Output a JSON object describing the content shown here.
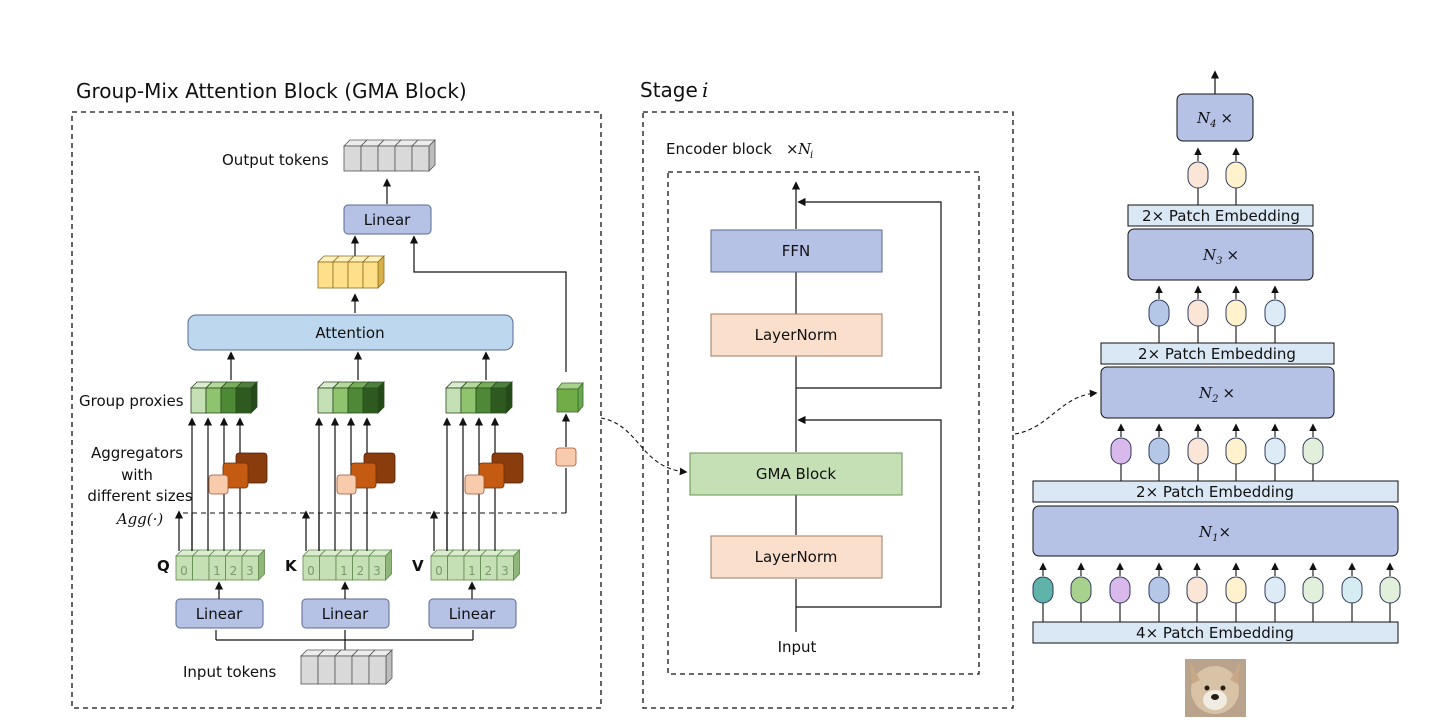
{
  "panels": {
    "gma": {
      "title": "Group-Mix Attention Block (GMA Block)",
      "output_tokens": "Output tokens",
      "linear_top": "Linear",
      "attention": "Attention",
      "group_proxies": "Group proxies",
      "aggregators_line1": "Aggregators",
      "aggregators_line2": "with",
      "aggregators_line3": "different sizes",
      "agg_symbol": "Agg(·)",
      "qkv": [
        {
          "letter": "Q",
          "linear": "Linear"
        },
        {
          "letter": "K",
          "linear": "Linear"
        },
        {
          "letter": "V",
          "linear": "Linear"
        }
      ],
      "segment_indices": [
        "0",
        "1",
        "2",
        "3"
      ],
      "input_tokens": "Input tokens"
    },
    "stage": {
      "title_prefix": "Stage",
      "title_var": "i",
      "encoder_label": "Encoder block",
      "encoder_mult": "×",
      "encoder_var": "N",
      "encoder_sub": "i",
      "ffn": "FFN",
      "layernorm_top": "LayerNorm",
      "gma_block": "GMA Block",
      "layernorm_bottom": "LayerNorm",
      "input": "Input"
    },
    "pyramid": {
      "stages": [
        {
          "var": "N",
          "sub": "4",
          "suffix": "×"
        },
        {
          "var": "N",
          "sub": "3",
          "suffix": "×"
        },
        {
          "var": "N",
          "sub": "2",
          "suffix": "×"
        },
        {
          "var": "N",
          "sub": "1",
          "suffix": "×"
        }
      ],
      "embeddings": [
        "2× Patch Embedding",
        "2× Patch Embedding",
        "2× Patch Embedding",
        "4× Patch Embedding"
      ]
    }
  },
  "colors": {
    "blue_box": "#b5c2e6",
    "light_blue": "#bdd7ee",
    "peach": "#f9dfcc",
    "green_box": "#c5e0b4",
    "pale_yellow": "#ffe79b",
    "embed": "#dae8f5"
  }
}
